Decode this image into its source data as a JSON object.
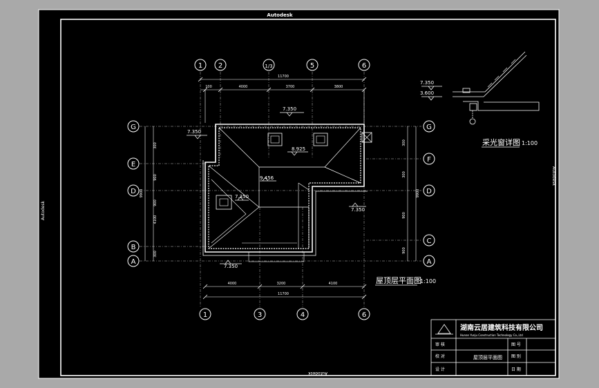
{
  "sheet": {
    "watermark_top": "Autodesk",
    "watermark_bottom": "Autodesk",
    "watermark_left": "Autodesk",
    "watermark_right": "Autodesk"
  },
  "grid": {
    "top_labels": [
      "1",
      "2",
      "1/3",
      "5",
      "6"
    ],
    "bottom_labels": [
      "1",
      "3",
      "4",
      "6"
    ],
    "left_labels": [
      "G",
      "E",
      "D",
      "B",
      "A"
    ],
    "right_labels": [
      "G",
      "F",
      "D",
      "C",
      "A"
    ]
  },
  "dimensions": {
    "top_total": "11700",
    "top_segments": [
      "100",
      "4000",
      "3700",
      "3800"
    ],
    "bottom_segments": [
      "4000",
      "3200",
      "4100"
    ],
    "bottom_total": "11700",
    "left_segments": [
      "300",
      "900",
      "900",
      "4100",
      "300"
    ],
    "left_total": "9900",
    "right_segments": [
      "300",
      "300",
      "900",
      "900"
    ],
    "right_total": "9900"
  },
  "elevations": {
    "e1": "7.350",
    "e2": "7.350",
    "e3": "8.925",
    "e4": "9.456",
    "e5": "7.350",
    "e6": "7.350",
    "e7": "7.350"
  },
  "plan_title": "屋顶层平面图",
  "plan_scale": "1:100",
  "detail": {
    "title": "采光窗详图",
    "scale": "1:100",
    "elev_a": "7.350",
    "elev_b": "3.600"
  },
  "title_block": {
    "company": "湖南云居建筑科技有限公司",
    "company_en": "Hunan Yunju Construction Technology Co.,Ltd",
    "drawing_name": "屋顶层平面图",
    "rows_left": [
      "审 核",
      "校 对",
      "设 计"
    ],
    "rows_right": [
      "图 号",
      "图 别",
      "日 期"
    ]
  },
  "colors": {
    "sheet_bg": "#000000",
    "outer_bg": "#a9a9a9",
    "line": "#ffffff",
    "grid_line": "#cfcfcf"
  }
}
